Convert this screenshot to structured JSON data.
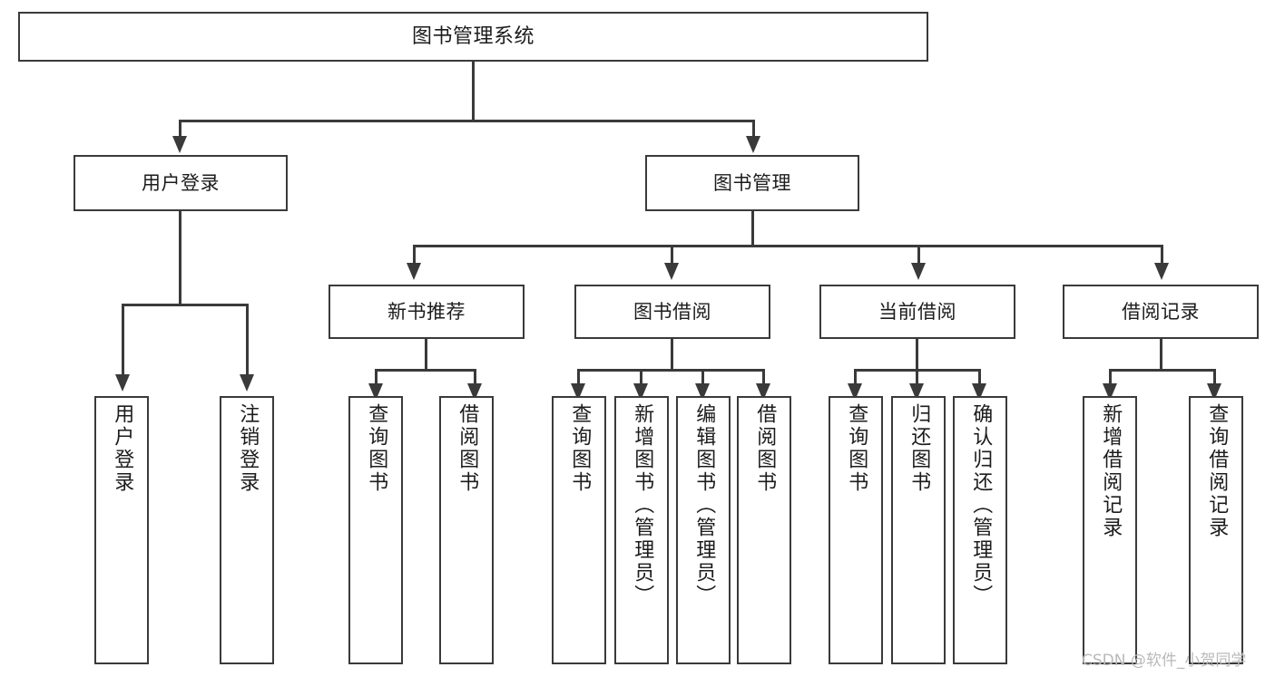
{
  "diagram": {
    "title": "图书管理系统",
    "type": "功能结构图",
    "root": {
      "label": "图书管理系统"
    },
    "level2": [
      {
        "label": "用户登录"
      },
      {
        "label": "图书管理"
      }
    ],
    "level3": [
      {
        "label": "新书推荐"
      },
      {
        "label": "图书借阅"
      },
      {
        "label": "当前借阅"
      },
      {
        "label": "借阅记录"
      }
    ],
    "leaves": {
      "user_login": [
        {
          "label": "用户登录"
        },
        {
          "label": "注销登录"
        }
      ],
      "new_book_recommend": [
        {
          "label": "查询图书"
        },
        {
          "label": "借阅图书"
        }
      ],
      "book_borrow": [
        {
          "label": "查询图书"
        },
        {
          "label": "新增图书（管理员）"
        },
        {
          "label": "编辑图书（管理员）"
        },
        {
          "label": "借阅图书"
        }
      ],
      "current_borrow": [
        {
          "label": "查询图书"
        },
        {
          "label": "归还图书"
        },
        {
          "label": "确认归还（管理员）"
        }
      ],
      "borrow_record": [
        {
          "label": "新增借阅记录"
        },
        {
          "label": "查询借阅记录"
        }
      ]
    },
    "watermark": "CSDN @软件_小贺同学",
    "colors": {
      "stroke": "#3a3a3a",
      "fill": "#ffffff",
      "text": "#1c1c1c",
      "watermark": "#b9b9b9"
    }
  }
}
